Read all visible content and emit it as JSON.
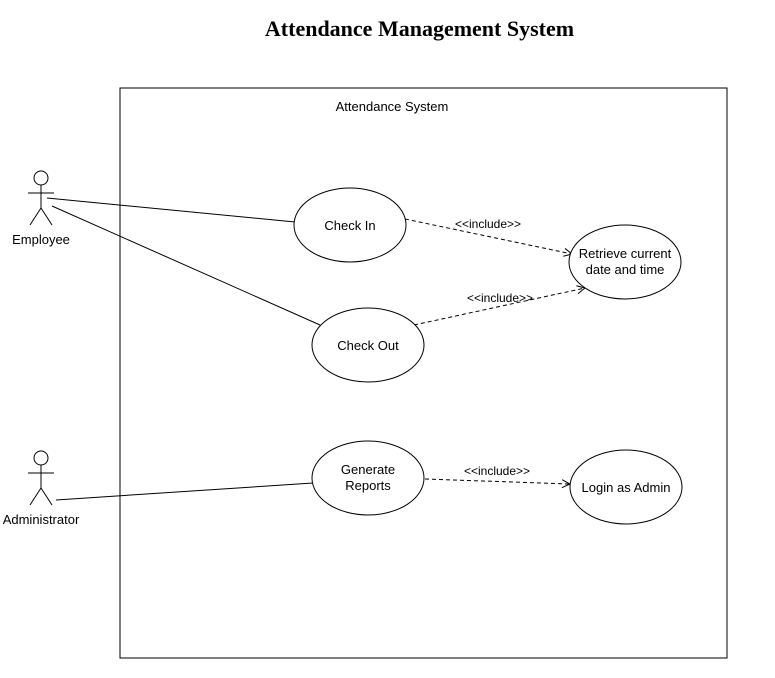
{
  "diagram": {
    "title": "Attendance Management System",
    "system_label": "Attendance System",
    "actors": {
      "employee": "Employee",
      "administrator": "Administrator"
    },
    "use_cases": {
      "check_in": "Check In",
      "check_out": "Check Out",
      "retrieve_line1": "Retrieve current",
      "retrieve_line2": "date and time",
      "generate_line1": "Generate",
      "generate_line2": "Reports",
      "login_admin": "Login as Admin"
    },
    "relations": {
      "include_1": "<<include>>",
      "include_2": "<<include>>",
      "include_3": "<<include>>"
    }
  }
}
